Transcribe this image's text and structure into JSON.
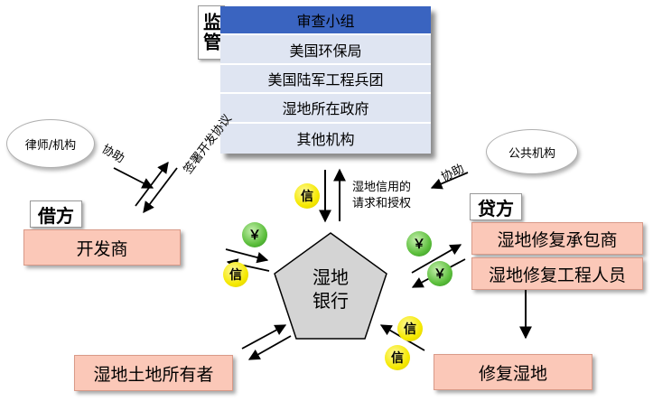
{
  "supervision": {
    "label": "监管",
    "agencies": [
      "审查小组",
      "美国环保局",
      "美国陆军工程兵团",
      "湿地所在政府",
      "其他机构"
    ]
  },
  "borrower": {
    "label": "借方",
    "developer": "开发商",
    "advisor": "律师/机构",
    "assist": "协助",
    "sign_agreement": "签署开发协议"
  },
  "lender": {
    "label": "贷方",
    "contractor": "湿地修复承包商",
    "engineers": "湿地修复工程人员",
    "public_agency": "公共机构",
    "assist": "协助"
  },
  "bank": {
    "line1": "湿地",
    "line2": "银行"
  },
  "credit_request": [
    "湿地信用的",
    "请求和授权"
  ],
  "landowner": "湿地土地所有者",
  "restoration": "修复湿地",
  "coin_credit": "信",
  "coin_money": "￥",
  "colors": {
    "header_blue": "#3a64c0",
    "row_blue": "#dfe5f2",
    "salmon": "#fbc8b8",
    "pentagon": "#d4d4d4",
    "coin_yellow": "#f5e900",
    "coin_green": "#5cbf3c"
  }
}
